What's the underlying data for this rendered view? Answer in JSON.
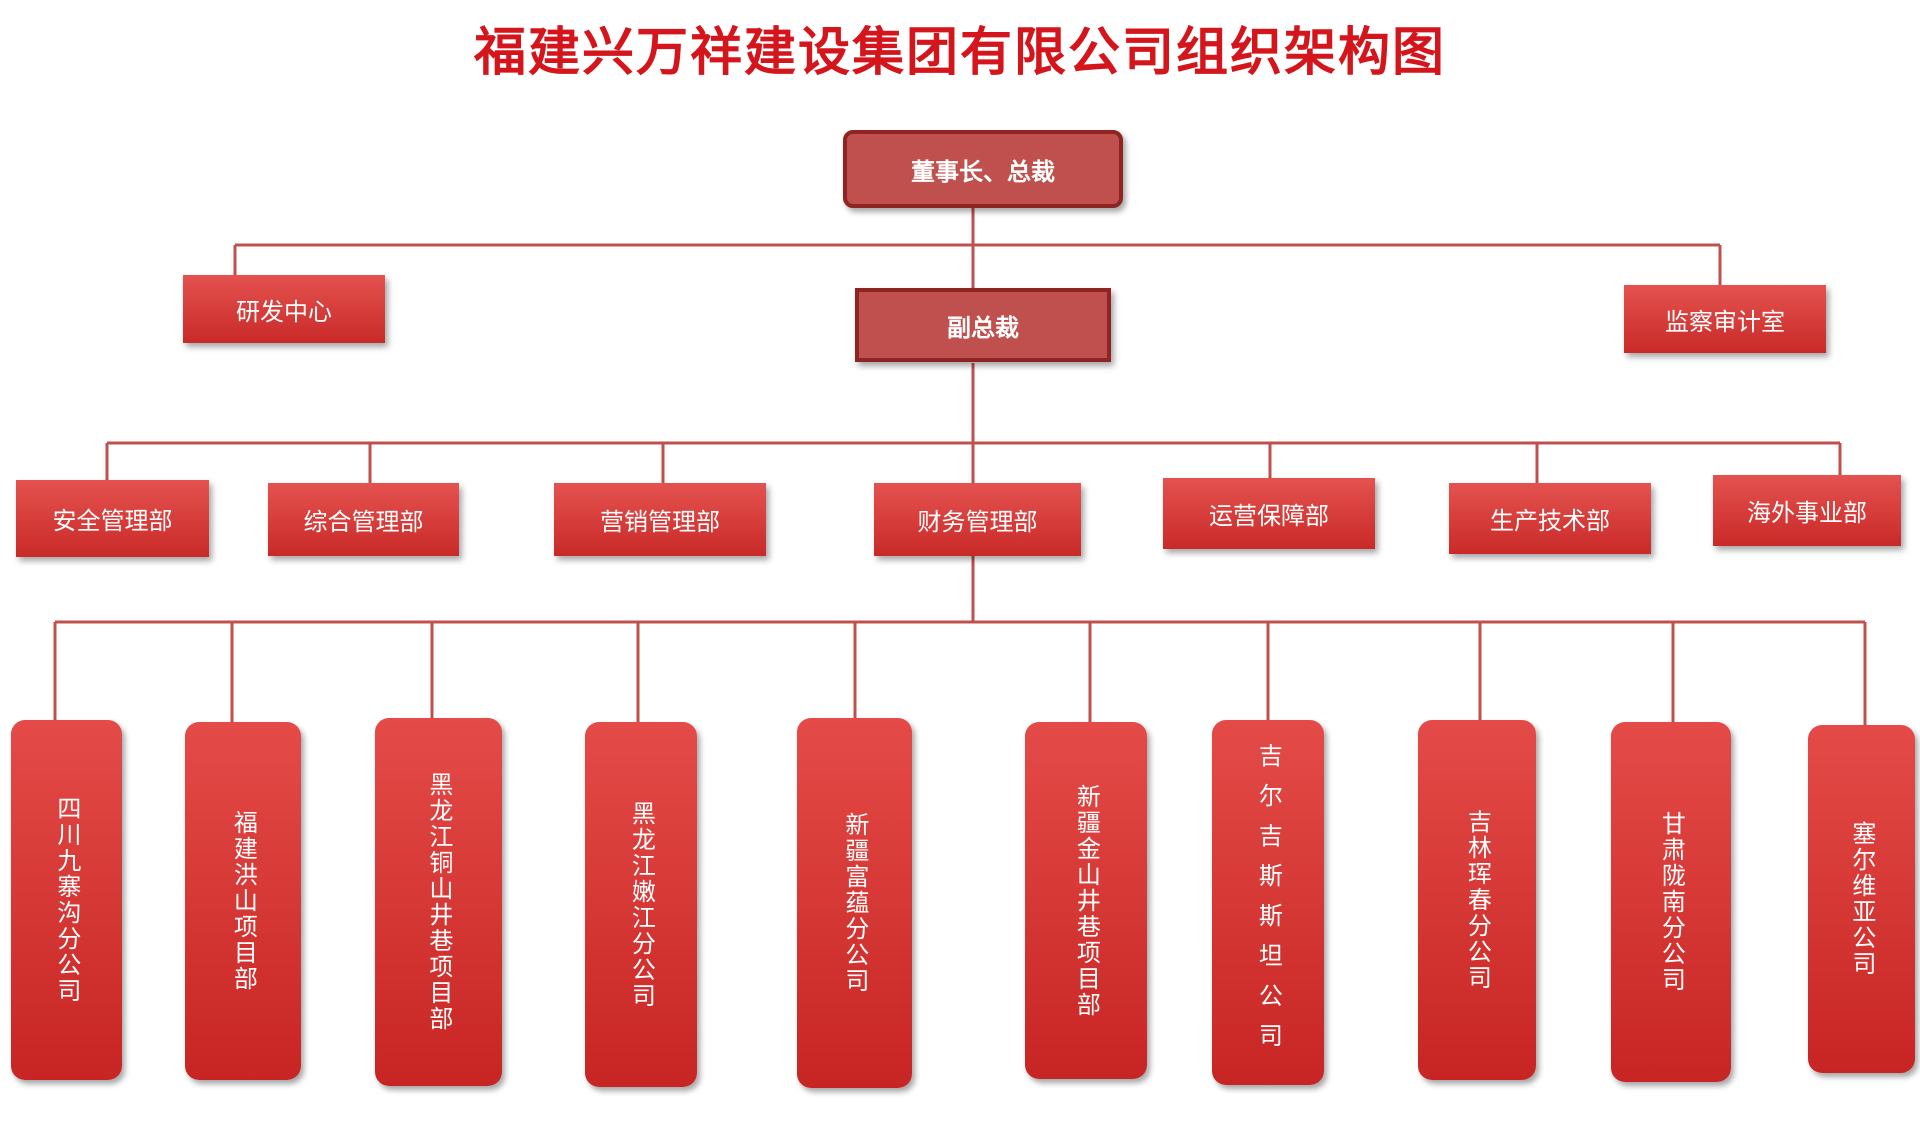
{
  "title": "福建兴万祥建设集团有限公司组织架构图",
  "colors": {
    "title": "#d4161c",
    "box": "#d63b38",
    "exec_box": "#c0504d",
    "exec_border": "#8e2522",
    "line": "#c0504d"
  },
  "chairman": "董事长、总裁",
  "vice_president": "副总裁",
  "side_units": {
    "left": "研发中心",
    "right": "监察审计室"
  },
  "departments": [
    "安全管理部",
    "综合管理部",
    "营销管理部",
    "财务管理部",
    "运营保障部",
    "生产技术部",
    "海外事业部"
  ],
  "branches": [
    "四川九寨沟分公司",
    "福建洪山项目部",
    "黑龙江铜山井巷项目部",
    "黑龙江嫩江分公司",
    "新疆富蕴分公司",
    "新疆金山井巷项目部",
    "吉尔吉斯斯坦公司",
    "吉林珲春分公司",
    "甘肃陇南分公司",
    "塞尔维亚公司"
  ]
}
